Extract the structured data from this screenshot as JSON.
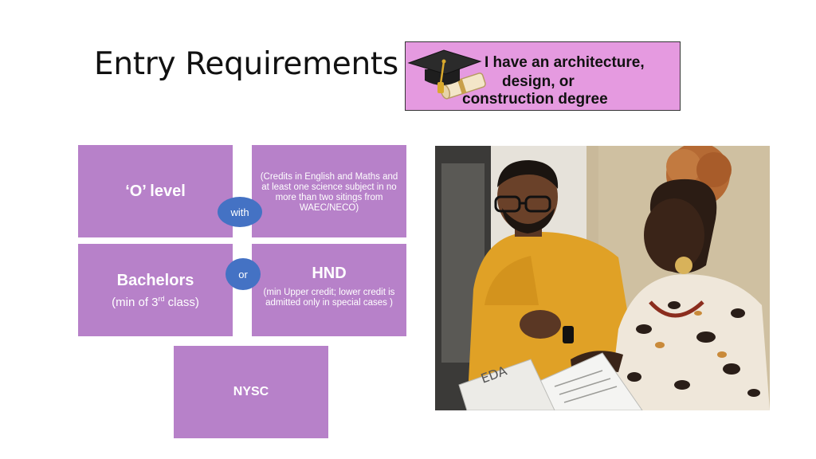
{
  "slide": {
    "title": "Entry Requirements",
    "callout": {
      "line1": "I have an architecture,",
      "line2": "design, or",
      "line3": "construction degree",
      "icon": "graduation-cap-diploma-icon"
    },
    "boxes": {
      "olevel": {
        "label": "‘O’ level"
      },
      "credits": {
        "text": "(Credits in English and Maths and at least one science subject in no more than two sitings from WAEC/NECO)"
      },
      "bachelors": {
        "label": "Bachelors",
        "sub_prefix": "(min of 3",
        "sub_sup": "rd",
        "sub_suffix": " class)"
      },
      "hnd": {
        "label": "HND",
        "text": "(min Upper credit; lower credit is admitted only in special cases )"
      },
      "nysc": {
        "label": "NYSC"
      }
    },
    "connectors": {
      "with": "with",
      "or": "or"
    },
    "photo": {
      "paper_text": "EDA"
    },
    "colors": {
      "box": "#b781c9",
      "callout": "#e59ae0",
      "connector": "#4472c4"
    }
  }
}
